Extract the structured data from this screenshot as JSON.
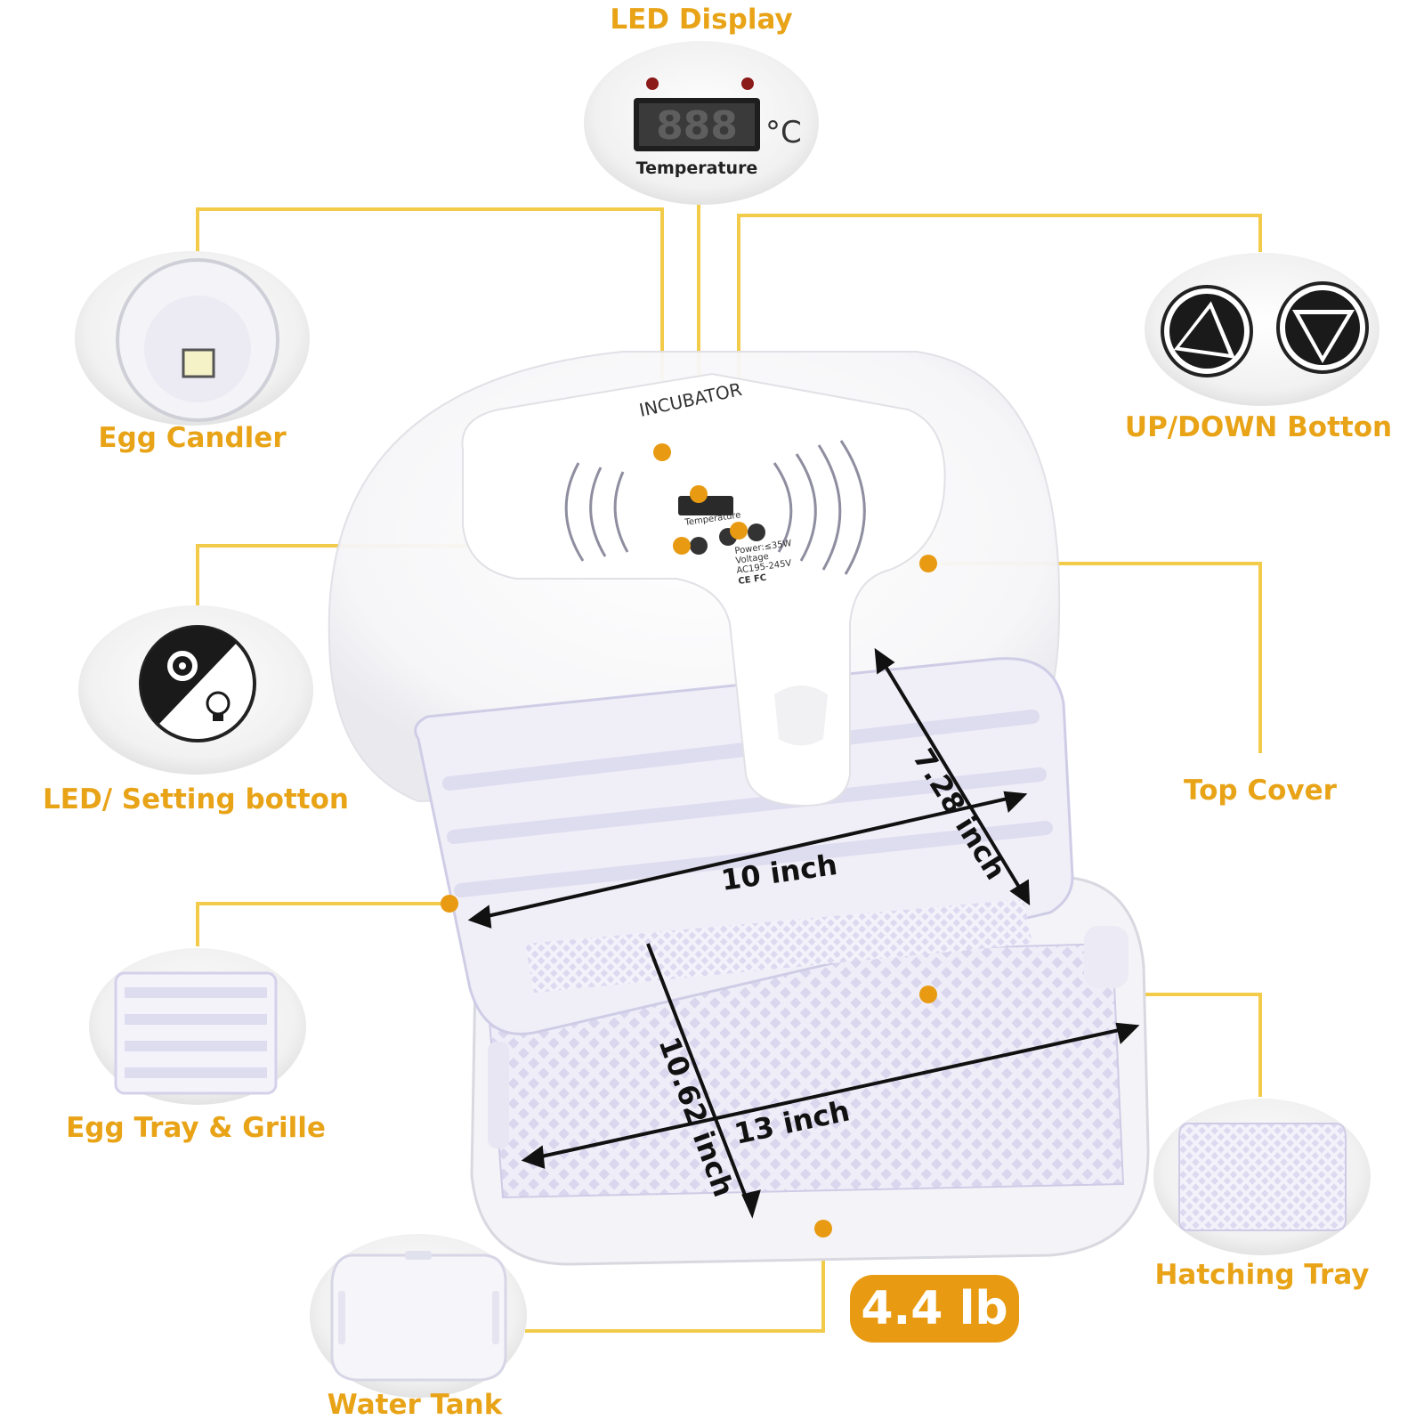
{
  "callouts": {
    "led_display": "LED Display",
    "egg_candler": "Egg Candler",
    "up_down": "UP/DOWN Botton",
    "led_setting": "LED/ Setting botton",
    "top_cover": "Top Cover",
    "egg_tray": "Egg Tray & Grille",
    "hatching_tray": "Hatching Tray",
    "water_tank": "Water Tank"
  },
  "display": {
    "digits": "888",
    "unit": "°C",
    "caption": "Temperature"
  },
  "lid": {
    "brand": "INCUBATOR",
    "power": "Power:≤35W",
    "voltage": "Voltage",
    "voltage_value": "AC195-245V",
    "marks": "CE FC"
  },
  "dimensions": {
    "tray_width": "10 inch",
    "tray_depth": "7.28 inch",
    "base_width": "13 inch",
    "base_depth": "10.62 inch"
  },
  "weight": "4.4 lb",
  "colors": {
    "accent": "#E8A317",
    "leader_line": "#F2CB4A",
    "dot": "#E89B12",
    "badge": "#E89B12"
  }
}
